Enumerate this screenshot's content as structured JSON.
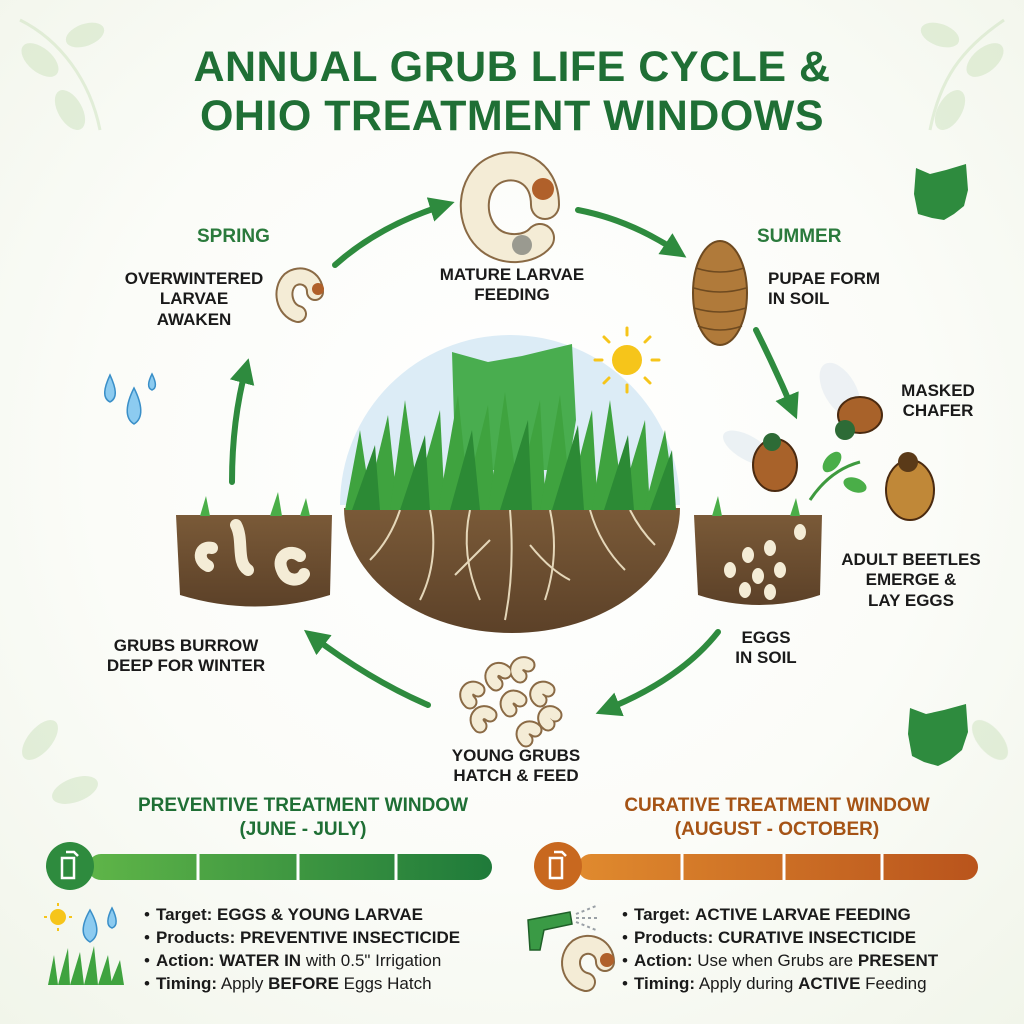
{
  "title": {
    "line1": "ANNUAL GRUB LIFE CYCLE &",
    "line2": "OHIO TREATMENT WINDOWS"
  },
  "seasons": {
    "spring": "SPRING",
    "summer": "SUMMER"
  },
  "stages": {
    "overwintered": [
      "OVERWINTERED",
      "LARVAE",
      "AWAKEN"
    ],
    "mature": [
      "MATURE LARVAE",
      "FEEDING"
    ],
    "pupae": [
      "PUPAE FORM",
      "IN SOIL"
    ],
    "masked_chafer": [
      "MASKED",
      "CHAFER"
    ],
    "adults": [
      "ADULT BEETLES",
      "EMERGE &",
      "LAY EGGS"
    ],
    "eggs": [
      "EGGS",
      "IN SOIL"
    ],
    "young": [
      "YOUNG GRUBS",
      "HATCH & FEED"
    ],
    "burrow": [
      "GRUBS BURROW",
      "DEEP FOR WINTER"
    ]
  },
  "preventive": {
    "title": "PREVENTIVE TREATMENT WINDOW",
    "period": "(JUNE - JULY)",
    "color": "#2e8b3e",
    "icons": [
      "sprayer-icon",
      "sun-icon",
      "water-drops-icon",
      "grass-icon"
    ],
    "bullets": [
      {
        "key": "Target:",
        "pre": "",
        "strong": "EGGS & YOUNG LARVAE",
        "post": ""
      },
      {
        "key": "Products:",
        "pre": "",
        "strong": "PREVENTIVE INSECTICIDE",
        "post": ""
      },
      {
        "key": "Action:",
        "pre": "",
        "strong": "WATER IN",
        "post": " with 0.5\" Irrigation"
      },
      {
        "key": "Timing:",
        "pre": "Apply ",
        "strong": "BEFORE",
        "post": " Eggs Hatch"
      }
    ]
  },
  "curative": {
    "title": "CURATIVE TREATMENT WINDOW",
    "period": "(AUGUST - OCTOBER)",
    "color": "#c8681f",
    "icons": [
      "sprayer-icon",
      "spray-gun-icon",
      "grub-icon"
    ],
    "bullets": [
      {
        "key": "Target:",
        "pre": "",
        "strong": "ACTIVE LARVAE FEEDING",
        "post": ""
      },
      {
        "key": "Products:",
        "pre": "",
        "strong": "CURATIVE INSECTICIDE",
        "post": ""
      },
      {
        "key": "Action:",
        "pre": "Use when Grubs are ",
        "strong": "PRESENT",
        "post": ""
      },
      {
        "key": "Timing:",
        "pre": "Apply during ",
        "strong": "ACTIVE",
        "post": " Feeding"
      }
    ]
  }
}
